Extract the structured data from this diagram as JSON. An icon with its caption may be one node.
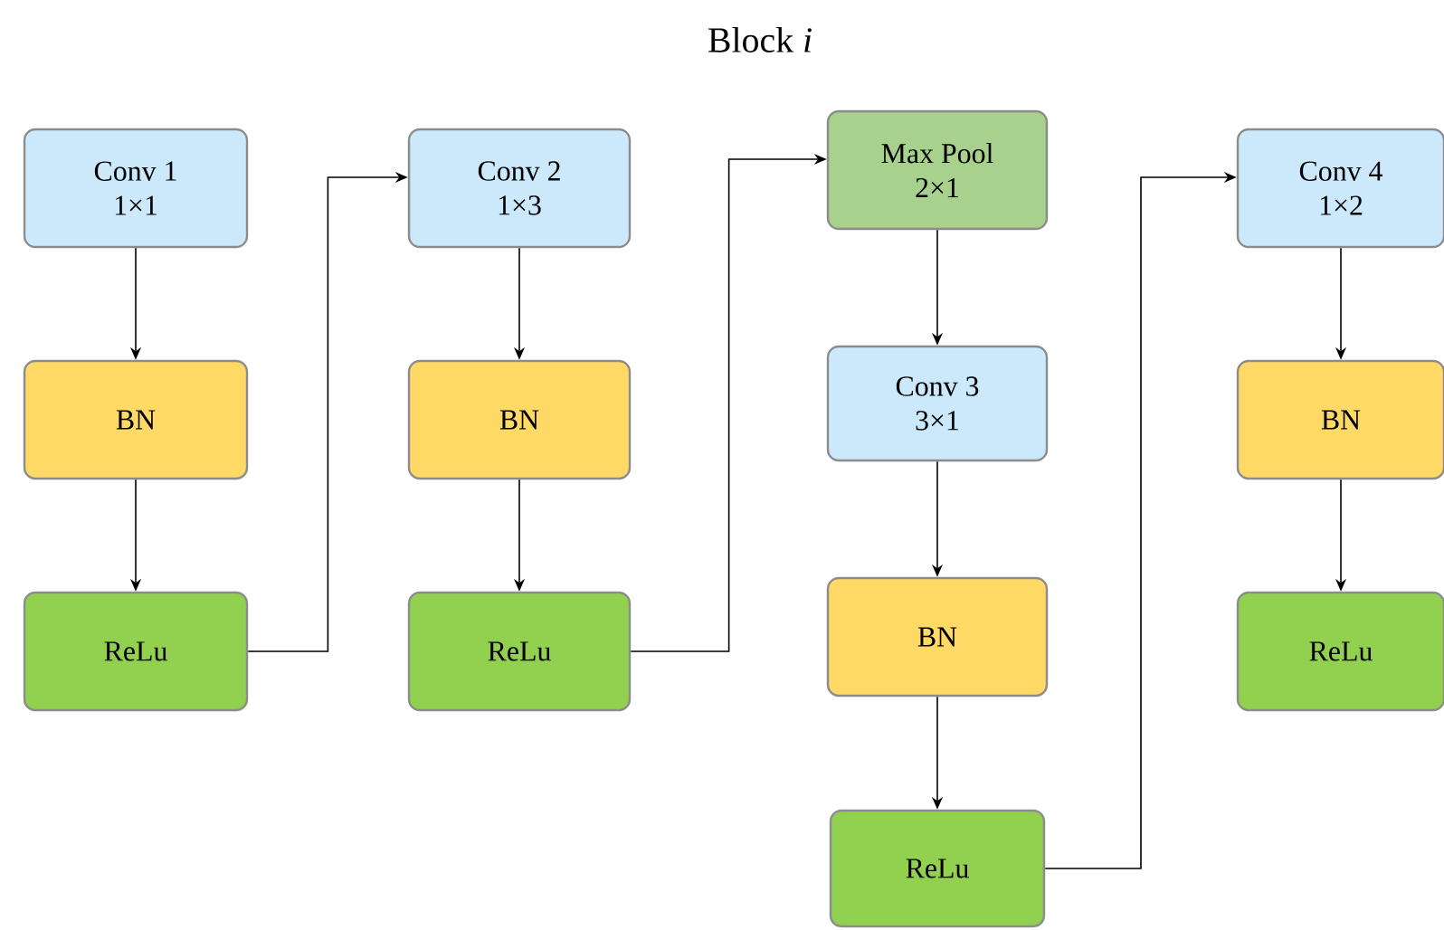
{
  "diagram": {
    "title": "Block *i*",
    "nodes": [
      {
        "text": [
          "Conv 1",
          "1×1"
        ]
      },
      {
        "text": [
          "BN"
        ]
      },
      {
        "text": [
          "ReLu"
        ]
      },
      {
        "text": [
          "Conv 2",
          "1×3"
        ]
      },
      {
        "text": [
          "BN"
        ]
      },
      {
        "text": [
          "ReLu"
        ]
      },
      {
        "text": [
          "Max Pool",
          "2×1"
        ]
      },
      {
        "text": [
          "Conv 3",
          "3×1"
        ]
      },
      {
        "text": [
          "BN"
        ]
      },
      {
        "text": [
          "ReLu"
        ]
      },
      {
        "text": [
          "Conv 4",
          "1×2"
        ]
      },
      {
        "text": [
          "BN"
        ]
      },
      {
        "text": [
          "ReLu"
        ]
      }
    ],
    "edges": [
      {
        "from": 0,
        "to": 1,
        "arrow": "to"
      },
      {
        "from": 1,
        "to": 2,
        "arrow": "to"
      },
      {
        "from": 2,
        "to": 3,
        "arrow": "to"
      },
      {
        "from": 3,
        "to": 4,
        "arrow": "to"
      },
      {
        "from": 4,
        "to": 5,
        "arrow": "to"
      },
      {
        "from": 5,
        "to": 6,
        "arrow": "to"
      },
      {
        "from": 6,
        "to": 7,
        "arrow": "to"
      },
      {
        "from": 7,
        "to": 8,
        "arrow": "to"
      },
      {
        "from": 8,
        "to": 9,
        "arrow": "to"
      },
      {
        "from": 9,
        "to": 10,
        "arrow": "to"
      },
      {
        "from": 10,
        "to": 11,
        "arrow": "to"
      },
      {
        "from": 11,
        "to": 12,
        "arrow": "to"
      }
    ]
  }
}
